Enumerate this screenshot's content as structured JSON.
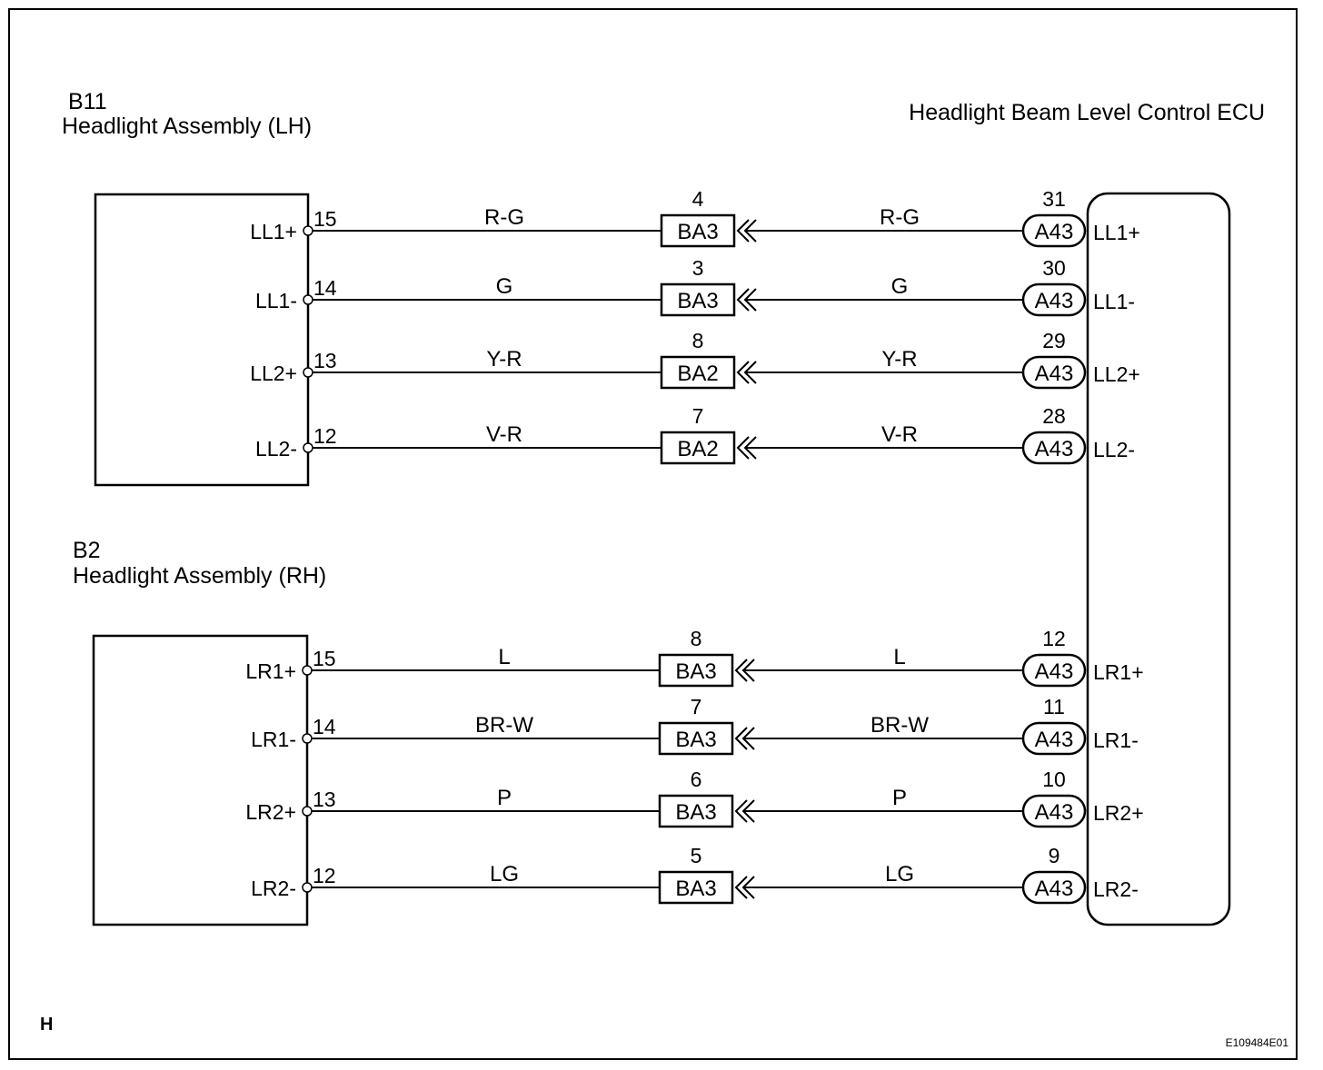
{
  "left_components": [
    {
      "code": "B11",
      "name": "Headlight Assembly (LH)",
      "pins": [
        {
          "label": "LL1+",
          "pin": "15",
          "wire_left": "R-G",
          "connector": "BA3",
          "conn_pin": "4",
          "wire_right": "R-G",
          "ecu_connector": "A43",
          "ecu_pin": "31",
          "ecu_label": "LL1+"
        },
        {
          "label": "LL1-",
          "pin": "14",
          "wire_left": "G",
          "connector": "BA3",
          "conn_pin": "3",
          "wire_right": "G",
          "ecu_connector": "A43",
          "ecu_pin": "30",
          "ecu_label": "LL1-"
        },
        {
          "label": "LL2+",
          "pin": "13",
          "wire_left": "Y-R",
          "connector": "BA2",
          "conn_pin": "8",
          "wire_right": "Y-R",
          "ecu_connector": "A43",
          "ecu_pin": "29",
          "ecu_label": "LL2+"
        },
        {
          "label": "LL2-",
          "pin": "12",
          "wire_left": "V-R",
          "connector": "BA2",
          "conn_pin": "7",
          "wire_right": "V-R",
          "ecu_connector": "A43",
          "ecu_pin": "28",
          "ecu_label": "LL2-"
        }
      ]
    },
    {
      "code": "B2",
      "name": "Headlight Assembly (RH)",
      "pins": [
        {
          "label": "LR1+",
          "pin": "15",
          "wire_left": "L",
          "connector": "BA3",
          "conn_pin": "8",
          "wire_right": "L",
          "ecu_connector": "A43",
          "ecu_pin": "12",
          "ecu_label": "LR1+"
        },
        {
          "label": "LR1-",
          "pin": "14",
          "wire_left": "BR-W",
          "connector": "BA3",
          "conn_pin": "7",
          "wire_right": "BR-W",
          "ecu_connector": "A43",
          "ecu_pin": "11",
          "ecu_label": "LR1-"
        },
        {
          "label": "LR2+",
          "pin": "13",
          "wire_left": "P",
          "connector": "BA3",
          "conn_pin": "6",
          "wire_right": "P",
          "ecu_connector": "A43",
          "ecu_pin": "10",
          "ecu_label": "LR2+"
        },
        {
          "label": "LR2-",
          "pin": "12",
          "wire_left": "LG",
          "connector": "BA3",
          "conn_pin": "5",
          "wire_right": "LG",
          "ecu_connector": "A43",
          "ecu_pin": "9",
          "ecu_label": "LR2-"
        }
      ]
    }
  ],
  "ecu": {
    "name": "Headlight Beam Level Control ECU"
  },
  "footer": {
    "corner_letter": "H",
    "figure_id": "E109484E01"
  }
}
